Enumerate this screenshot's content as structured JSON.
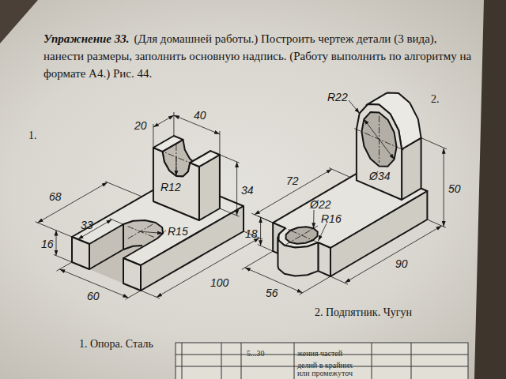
{
  "diagram": {
    "title": "Упражнение 33.",
    "labels": [
      "(Для домашней работы.) Построить чертеж детали (3 вида), нанести размеры, заполнить основную надпись. (Работу выполнить по алгоритму на формате А4.) Рис. 44.",
      "1.",
      "20",
      "40",
      "34",
      "R12",
      "68",
      "33",
      "R15",
      "16",
      "100",
      "60",
      "2.",
      "R22",
      "Ø34",
      "50",
      "72",
      "Ø22",
      "R16",
      "18",
      "90",
      "56",
      "2. Подпятник. Чугун",
      "1. Опора. Сталь",
      "5...30",
      "жения частей",
      "делий в крайних",
      "или промежуточ"
    ]
  }
}
